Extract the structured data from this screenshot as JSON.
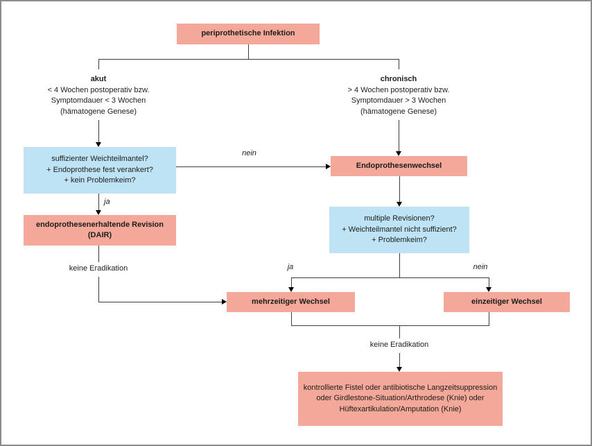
{
  "colors": {
    "box_pink": "#f3a89a",
    "box_blue": "#bee3f5",
    "line": "#3d3d3d",
    "arrowhead": "#000000",
    "text": "#1d1d1b",
    "frame_border": "#8c8c8c"
  },
  "nodes": {
    "root": {
      "label": "periprothetische Infektion"
    },
    "acute": {
      "title": "akut",
      "lines": [
        "< 4 Wochen postoperativ bzw.",
        "Symptomdauer < 3 Wochen",
        "(hämatogene Genese)"
      ]
    },
    "chronic": {
      "title": "chronisch",
      "lines": [
        "> 4 Wochen postoperativ bzw.",
        "Symptomdauer > 3 Wochen",
        "(hämatogene Genese)"
      ]
    },
    "left_question": {
      "lines": [
        "suffizienter Weichteilmantel?",
        "+ Endoprothese fest verankert?",
        "+ kein Problemkeim?"
      ]
    },
    "exchange": {
      "label": "Endoprothesenwechsel"
    },
    "dair": {
      "label": "endoprothesenerhaltende Revision (DAIR)"
    },
    "right_question": {
      "lines": [
        "multiple Revisionen?",
        "+ Weichteilmantel nicht suffizient?",
        "+ Problemkeim?"
      ]
    },
    "multistage": {
      "label": "mehrzeitiger Wechsel"
    },
    "singlestage": {
      "label": "einzeitiger Wechsel"
    },
    "salvage": {
      "lines": [
        "kontrollierte Fistel oder antibiotische Langzeitsuppression",
        "oder Girdlestone-Situation/Arthrodese (Knie) oder",
        "Hüftexartikulation/Amputation (Knie)"
      ]
    }
  },
  "edge_labels": {
    "nein_upper": "nein",
    "ja_left": "ja",
    "ja_mid": "ja",
    "nein_right": "nein",
    "keine_eradikation_left": "keine Eradikation",
    "keine_eradikation_bottom": "keine Eradikation"
  }
}
